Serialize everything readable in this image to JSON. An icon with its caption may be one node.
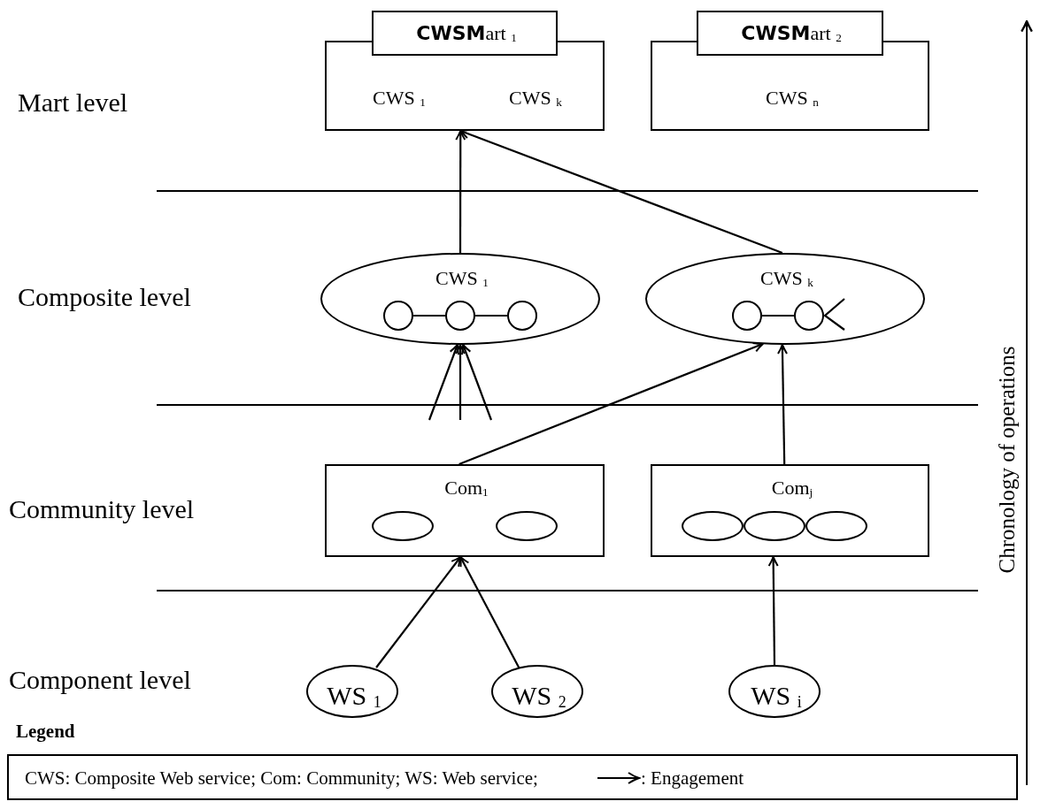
{
  "diagram": {
    "nodes": [
      {
        "text": [
          "**CWSM**art $_{1}$"
        ]
      },
      {
        "text": [
          "CWS $_{1}$",
          "CWS $_{k}$"
        ]
      },
      {
        "text": [
          "**CWSM**art $_{2}$"
        ]
      },
      {
        "text": [
          "CWS $_{n}$"
        ]
      },
      {
        "text": [
          "CWS $_{1}$"
        ]
      },
      {
        "text": [],
        "shape": "circle",
        "in": 4
      },
      {
        "text": [],
        "shape": "circle",
        "in": 4
      },
      {
        "text": [],
        "shape": "circle",
        "in": 4
      },
      {
        "text": [
          "CWS $_{k}$"
        ]
      },
      {
        "text": [],
        "shape": "circle",
        "in": 8
      },
      {
        "text": [],
        "shape": "circle",
        "in": 8
      },
      {
        "text": [
          "Com$_{1}$"
        ]
      },
      {
        "text": [],
        "shape": "ellipse",
        "in": 11
      },
      {
        "text": [],
        "shape": "ellipse",
        "in": 11
      },
      {
        "text": [
          "Com$_{j}$"
        ]
      },
      {
        "text": [],
        "shape": "ellipse",
        "in": 14
      },
      {
        "text": [],
        "shape": "ellipse",
        "in": 14
      },
      {
        "text": [],
        "shape": "ellipse",
        "in": 14
      },
      {
        "text": [
          "WS $_{1}$"
        ]
      },
      {
        "text": [
          "WS $_{2}$"
        ]
      },
      {
        "text": [
          "WS $_{i}$"
        ]
      }
    ],
    "edges": [
      {
        "from": 18,
        "to": 11,
        "arrow": "to"
      },
      {
        "from": 19,
        "to": 11,
        "arrow": "to"
      },
      {
        "from": 20,
        "to": 14,
        "arrow": "to"
      },
      {
        "from": 11,
        "to": 8,
        "arrow": "to"
      },
      {
        "from": 14,
        "to": 8,
        "arrow": "to"
      },
      {
        "from": null,
        "to": 4,
        "arrow": "to"
      },
      {
        "from": null,
        "to": 4,
        "arrow": "to"
      },
      {
        "from": null,
        "to": 4,
        "arrow": "to"
      },
      {
        "from": 4,
        "to": 1,
        "arrow": "to"
      },
      {
        "from": 8,
        "to": 1,
        "arrow": "to"
      },
      {
        "from": 5,
        "to": 6,
        "arrow": "none"
      },
      {
        "from": 6,
        "to": 7,
        "arrow": "none"
      },
      {
        "from": 9,
        "to": 10,
        "arrow": "none"
      }
    ],
    "labels": [
      "Mart level",
      "Composite level",
      "Community level",
      "Component level",
      "Legend",
      "CWS: Composite Web service; Com: Community; WS: Web service;",
      "Chronology of operations"
    ],
    "legend": [
      {
        "text": ": Engagement"
      }
    ]
  }
}
